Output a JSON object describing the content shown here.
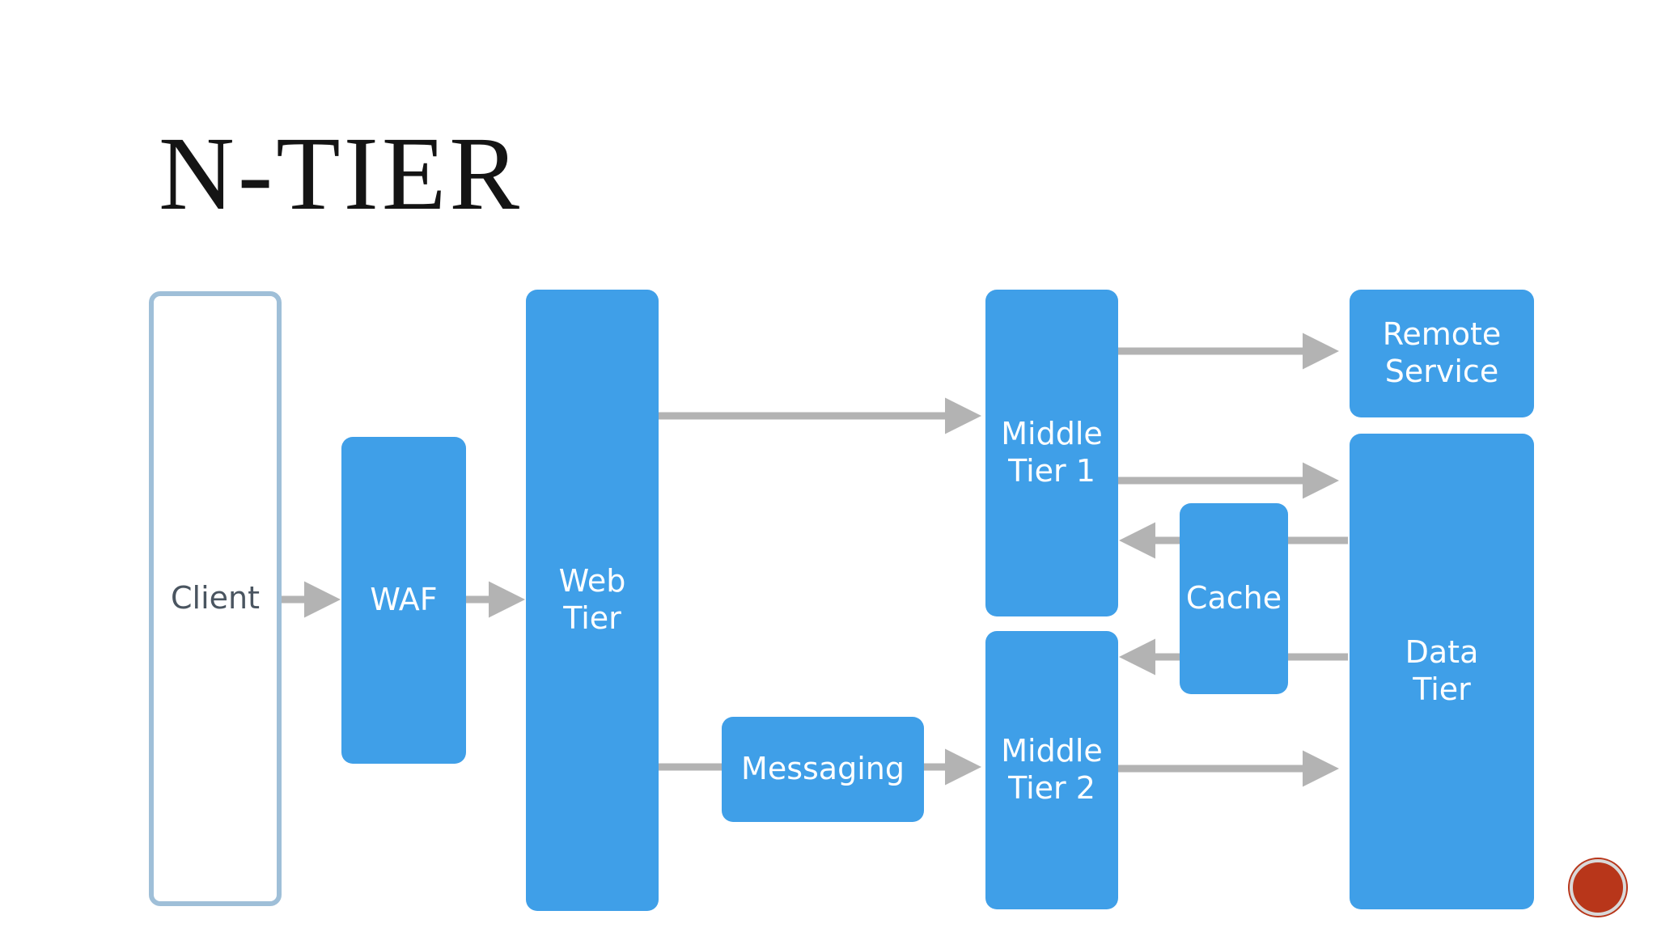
{
  "slide": {
    "title": "N-TIER"
  },
  "diagram": {
    "nodes": {
      "client": "Client",
      "waf": "WAF",
      "web_tier": "Web\nTier",
      "messaging": "Messaging",
      "middle_tier_1": "Middle\nTier 1",
      "middle_tier_2": "Middle\nTier 2",
      "cache": "Cache",
      "remote_service": "Remote\nService",
      "data_tier": "Data\nTier"
    },
    "edges": [
      {
        "from": "Client",
        "to": "WAF"
      },
      {
        "from": "WAF",
        "to": "Web Tier"
      },
      {
        "from": "Web Tier",
        "to": "Middle Tier 1"
      },
      {
        "from": "Web Tier",
        "to": "Messaging"
      },
      {
        "from": "Messaging",
        "to": "Middle Tier 2"
      },
      {
        "from": "Middle Tier 1",
        "to": "Remote Service"
      },
      {
        "from": "Middle Tier 1",
        "to": "Data Tier"
      },
      {
        "from": "Data Tier",
        "to": "Middle Tier 1",
        "via": "Cache"
      },
      {
        "from": "Data Tier",
        "to": "Middle Tier 2",
        "via": "Cache"
      },
      {
        "from": "Middle Tier 2",
        "to": "Data Tier"
      }
    ]
  },
  "colors": {
    "node_fill": "#3f9fe8",
    "client_border": "#9fbfd8",
    "arrow": "#b3b3b3",
    "badge": "#b8361a"
  }
}
